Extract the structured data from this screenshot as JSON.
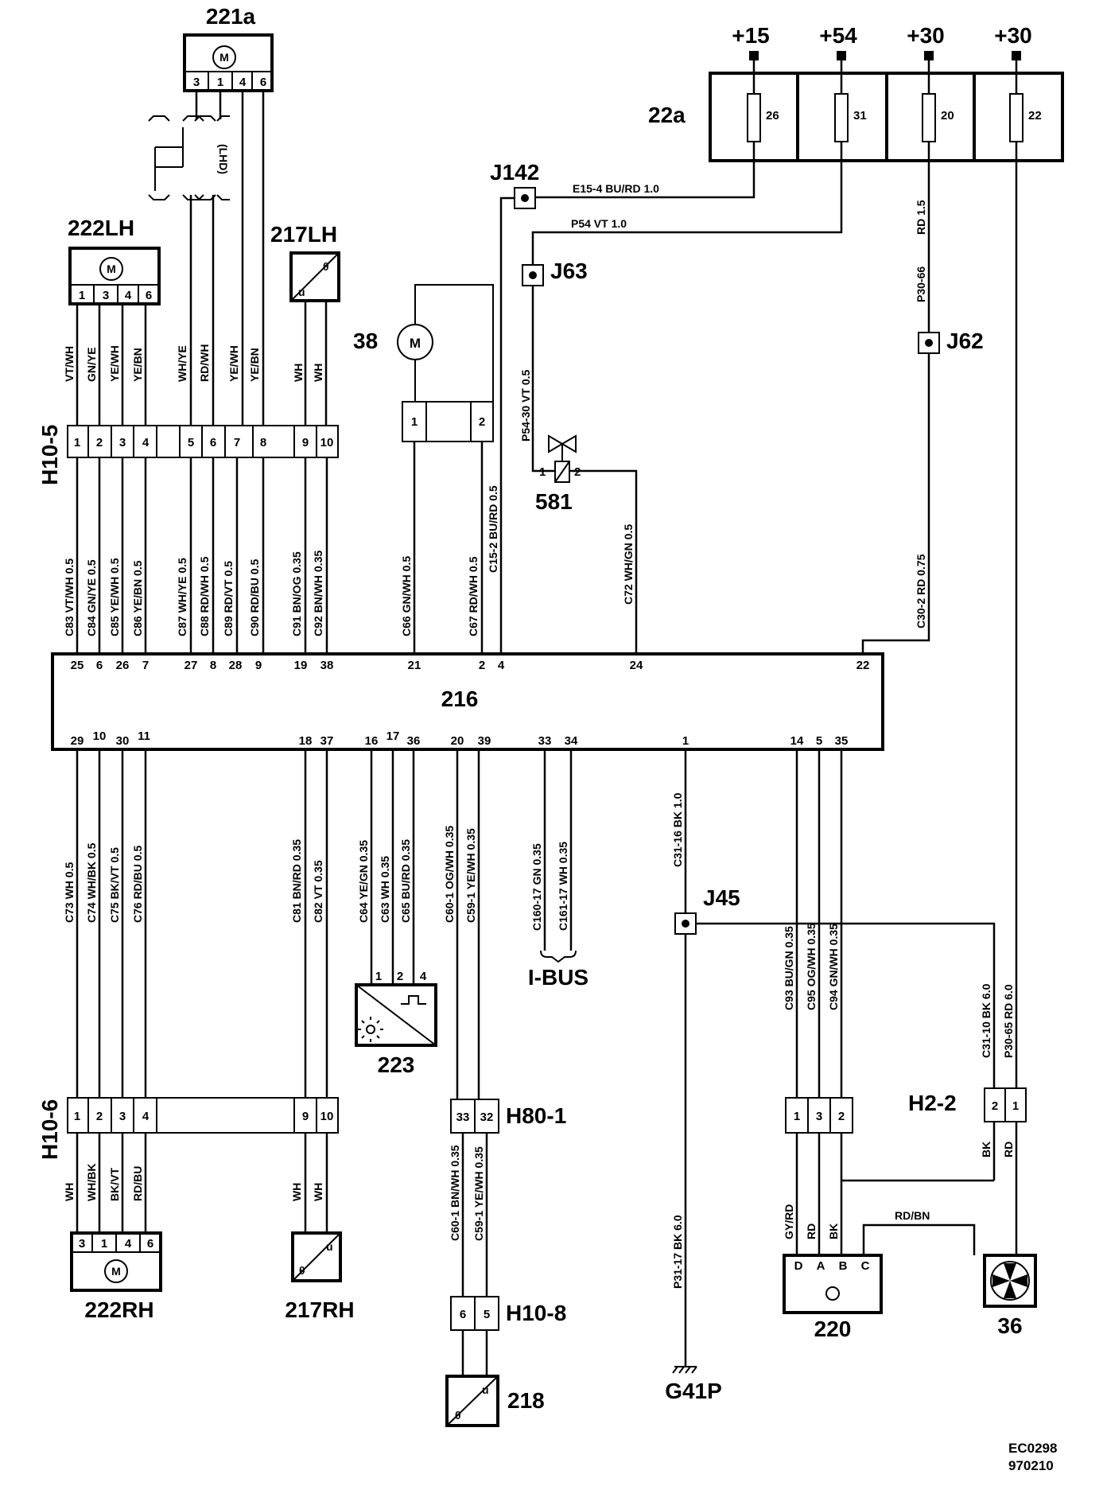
{
  "components": {
    "c221a": "221a",
    "c222lh": "222LH",
    "c217lh": "217LH",
    "c38": "38",
    "c581": "581",
    "c22a": "22a",
    "c216": "216",
    "c223": "223",
    "c222rh": "222RH",
    "c217rh": "217RH",
    "c218": "218",
    "c220": "220",
    "c36": "36",
    "g41p": "G41P",
    "ibus": "I-BUS"
  },
  "connectors": {
    "h10_5": "H10-5",
    "h10_6": "H10-6",
    "h80_1": "H80-1",
    "h10_8": "H10-8",
    "h2_2": "H2-2"
  },
  "junctions": {
    "j142": "J142",
    "j63": "J63",
    "j62": "J62",
    "j45": "J45"
  },
  "supplies": {
    "s15": "+15",
    "s54": "+54",
    "s30a": "+30",
    "s30b": "+30"
  },
  "fuses": {
    "f26": "26",
    "f31": "31",
    "f20": "20",
    "f22": "22"
  },
  "motor_symbol": "M",
  "lhd": "(LHD)",
  "pins_221a": [
    "3",
    "1",
    "4",
    "6"
  ],
  "pins_222lh": [
    "1",
    "3",
    "4",
    "6"
  ],
  "pins_222rh": [
    "3",
    "1",
    "4",
    "6"
  ],
  "pins_h10_5": [
    "1",
    "2",
    "3",
    "4",
    "5",
    "6",
    "7",
    "8",
    "9",
    "10"
  ],
  "pins_h10_6": [
    "1",
    "2",
    "3",
    "4",
    "9",
    "10"
  ],
  "pins_38": [
    "1",
    "2"
  ],
  "pins_581": [
    "1",
    "2"
  ],
  "pins_223": [
    "1",
    "2",
    "4"
  ],
  "pins_h80_1": [
    "33",
    "32"
  ],
  "pins_h10_8": [
    "6",
    "5"
  ],
  "pins_h2_2": [
    "2",
    "1"
  ],
  "pins_h_220": [
    "1",
    "3",
    "2"
  ],
  "pins_220": [
    "D",
    "A",
    "B",
    "C"
  ],
  "pins_216_top": [
    "25",
    "6",
    "26",
    "7",
    "27",
    "8",
    "28",
    "9",
    "19",
    "38",
    "21",
    "2",
    "4",
    "24",
    "22"
  ],
  "pins_216_bottom": [
    "29",
    "10",
    "30",
    "11",
    "18",
    "37",
    "16",
    "17",
    "36",
    "20",
    "39",
    "33",
    "34",
    "1",
    "14",
    "5",
    "35"
  ],
  "wires_upper_lh": [
    "VT/WH",
    "GN/YE",
    "YE/WH",
    "YE/BN"
  ],
  "wires_upper_221": [
    "WH/YE",
    "RD/WH",
    "YE/WH",
    "YE/BN"
  ],
  "wires_upper_217": [
    "WH",
    "WH"
  ],
  "wires_h10_5_216": [
    "C83  VT/WH  0.5",
    "C84  GN/YE  0.5",
    "C85  YE/WH  0.5",
    "C86  YE/BN  0.5",
    "C87  WH/YE  0.5",
    "C88  RD/WH  0.5",
    "C89  RD/VT  0.5",
    "C90  RD/BU  0.5",
    "C91  BN/OG  0.35",
    "C92  BN/WH  0.35"
  ],
  "wire_c66": "C66  GN/WH  0.5",
  "wire_c67": "C67  RD/WH  0.5",
  "wire_c15_2": "C15-2  BU/RD  0.5",
  "wire_c72": "C72  WH/GN  0.5",
  "wire_c30_2": "C30-2  RD  0.75",
  "wire_e15_4": "E15-4   BU/RD  1.0",
  "wire_p54": "P54   VT  1.0",
  "wire_p54_30": "P54-30   VT   0.5",
  "wire_rd15": "RD  1.5",
  "wire_p30_66": "P30-66",
  "wires_216_h10_6": [
    "C73  WH 0.5",
    "C74  WH/BK  0.5",
    "C75  BK/VT  0.5",
    "C76  RD/BU  0.5"
  ],
  "wires_216_217rh": [
    "C81  BN/RD  0.35",
    "C82  VT  0.35"
  ],
  "wires_216_223": [
    "C64  YE/GN  0.35",
    "C63  WH  0.35",
    "C65  BU/RD  0.35"
  ],
  "wires_216_h80": [
    "C60-1  OG/WH 0.35",
    "C59-1  YE/WH  0.35"
  ],
  "wires_ibus": [
    "C160-17  GN  0.35",
    "C161-17  WH  0.35"
  ],
  "wire_c31_16": "C31-16  BK  1.0",
  "wires_216_h220": [
    "C93  BU/GN  0.35",
    "C95  OG/WH  0.35",
    "C94  GN/WH  0.35"
  ],
  "wires_j45_h2": [
    "C31-10  BK  6.0",
    "P30-65  RD  6.0"
  ],
  "wires_h10_6_lower": [
    "WH",
    "WH/BK",
    "BK/VT",
    "RD/BU"
  ],
  "wires_h10_6_217rh": [
    "WH",
    "WH"
  ],
  "wires_h80_h10_8": [
    "C60-1  BN/WH  0.35",
    "C59-1  YE/WH  0.35"
  ],
  "wire_p31_17": "P31-17   BK  6.0",
  "wires_220": [
    "GY/RD",
    "RD",
    "BK"
  ],
  "wire_rdbn": "RD/BN",
  "wires_h2_lower": [
    "BK",
    "RD"
  ],
  "ref_code": "EC0298",
  "ref_date": "970210"
}
